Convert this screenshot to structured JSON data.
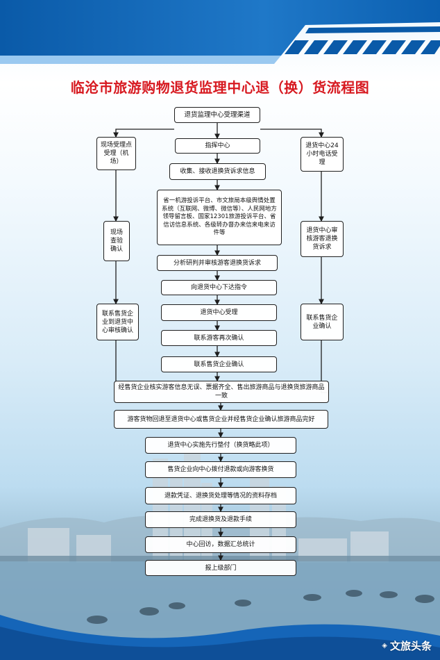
{
  "title": "临沧市旅游购物退货监理中心退（换）货流程图",
  "colors": {
    "title": "#d71920",
    "band_dark": "#0a5aa8",
    "band_light": "#2f8bd6",
    "box_border": "#1e1e1e"
  },
  "flow": {
    "root": "退货监理中心受理渠道",
    "left": {
      "step1": "现场受理点受理（机场）",
      "step2": "现场查验确认",
      "step3": "联系售货企业到退货中心审核确认"
    },
    "center": {
      "step1": "指挥中心",
      "step2": "收集、接收退换货诉求信息",
      "step3": "省一机游投诉平台、市文旅局本级舆情处置系统（互联网、微博、微信等）、人民网地方领导留言板、国家12301旅游投诉平台、省信访信息系统、各级转办督办来信来电来访件等",
      "step4": "分析研判并审核游客退换货诉求",
      "step5": "向退货中心下达指令",
      "step6": "退货中心受理",
      "step7": "联系游客再次确认",
      "step8": "联系售货企业确认"
    },
    "right": {
      "step1": "退货中心24小时电话受理",
      "step2": "退货中心审核游客退换货诉求",
      "step3": "联系售货企业确认"
    },
    "merge": "经售货企业核实游客信息无误、票据齐全、售出旅游商品与退换货旅游商品一致",
    "tail": [
      "游客货物回退至退货中心或售货企业并经售货企业确认旅游商品完好",
      "退货中心实施先行垫付（换货略此项）",
      "售货企业向中心拨付退款或向游客换货",
      "退款凭证、退换货处理等情况的资料存档",
      "完成退换货及退款手续",
      "中心回访，数据汇总统计",
      "报上级部门"
    ]
  },
  "watermark": {
    "icon": "kit-logo-icon",
    "text": "文旅头条"
  }
}
